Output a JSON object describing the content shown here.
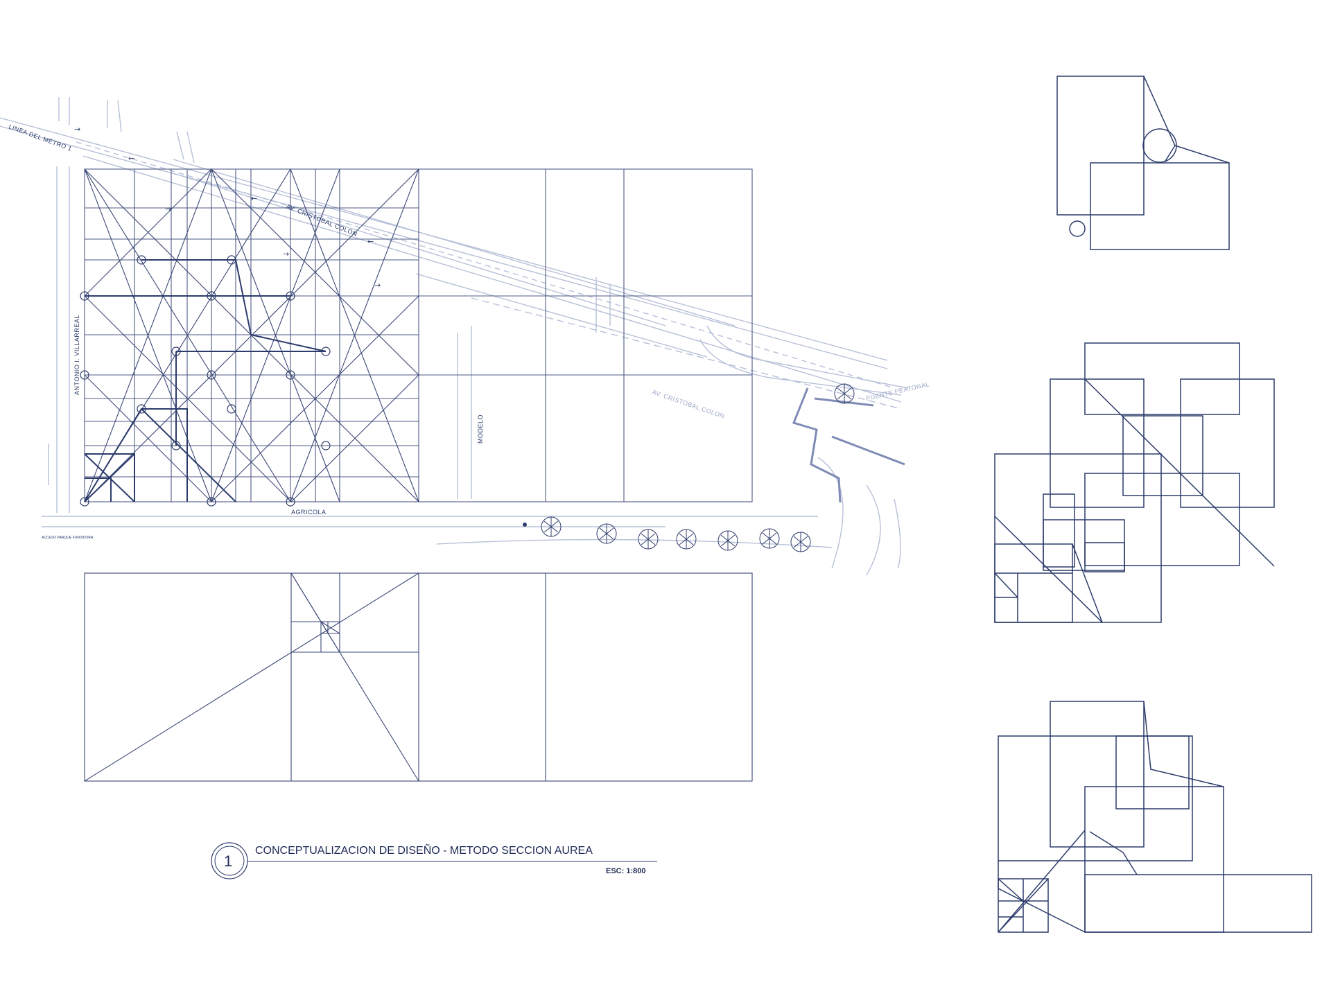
{
  "title_block": {
    "number": "1",
    "title": "CONCEPTUALIZACION DE DISEÑO - METODO SECCION AUREA",
    "scale": "ESC: 1:800"
  },
  "labels": {
    "metro": "LINEA DEL METRO 1",
    "cristobal_top": "AV. CRISTOBAL COLON",
    "cristobal_lower": "AV. CRISTOBAL COLON",
    "villarreal": "ANTONIO I. VILLARREAL",
    "modelo": "MODELO",
    "agricola": "AGRICOLA",
    "puente": "PUENTE PEATONAL",
    "acceso": "ACCESO PARQUE FUNDIDORA"
  },
  "colors": {
    "line_dark": "#2c3b6b",
    "line_light": "#a9b3cf",
    "background": "#ffffff"
  }
}
